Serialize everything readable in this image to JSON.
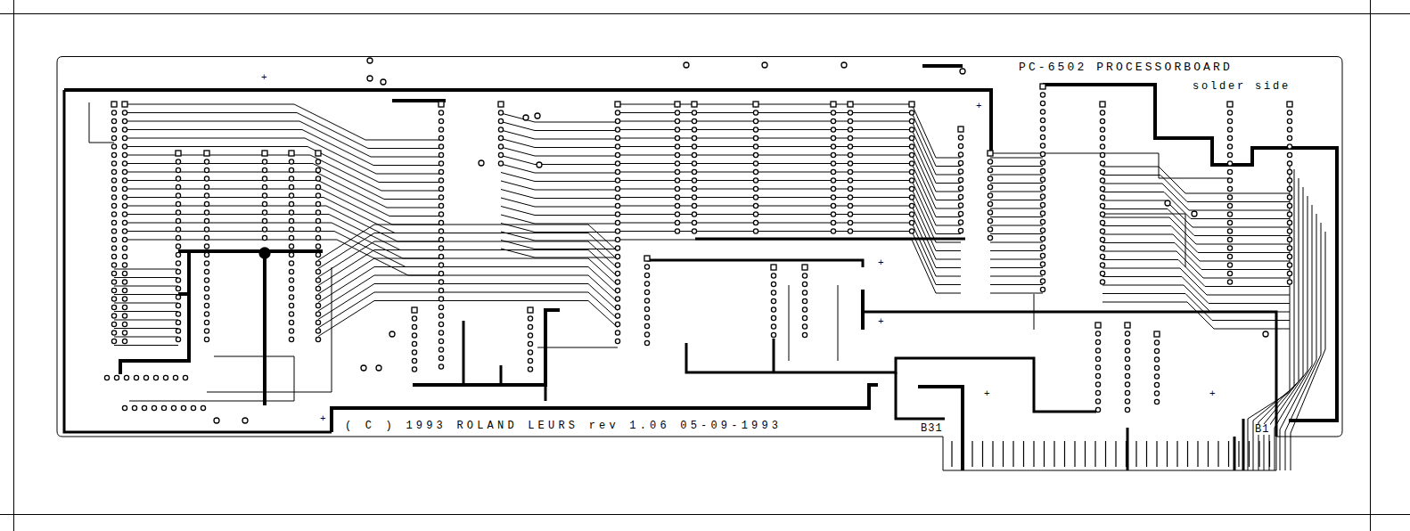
{
  "diagram": {
    "labels": [
      "PC-6502 PROCESSORBOARD",
      "solder side",
      "( C ) 1993 ROLAND LEURS rev 1.06 05-09-1993",
      "B31",
      "B1",
      "+",
      "+",
      "+",
      "+",
      "+",
      "+",
      "+"
    ]
  }
}
